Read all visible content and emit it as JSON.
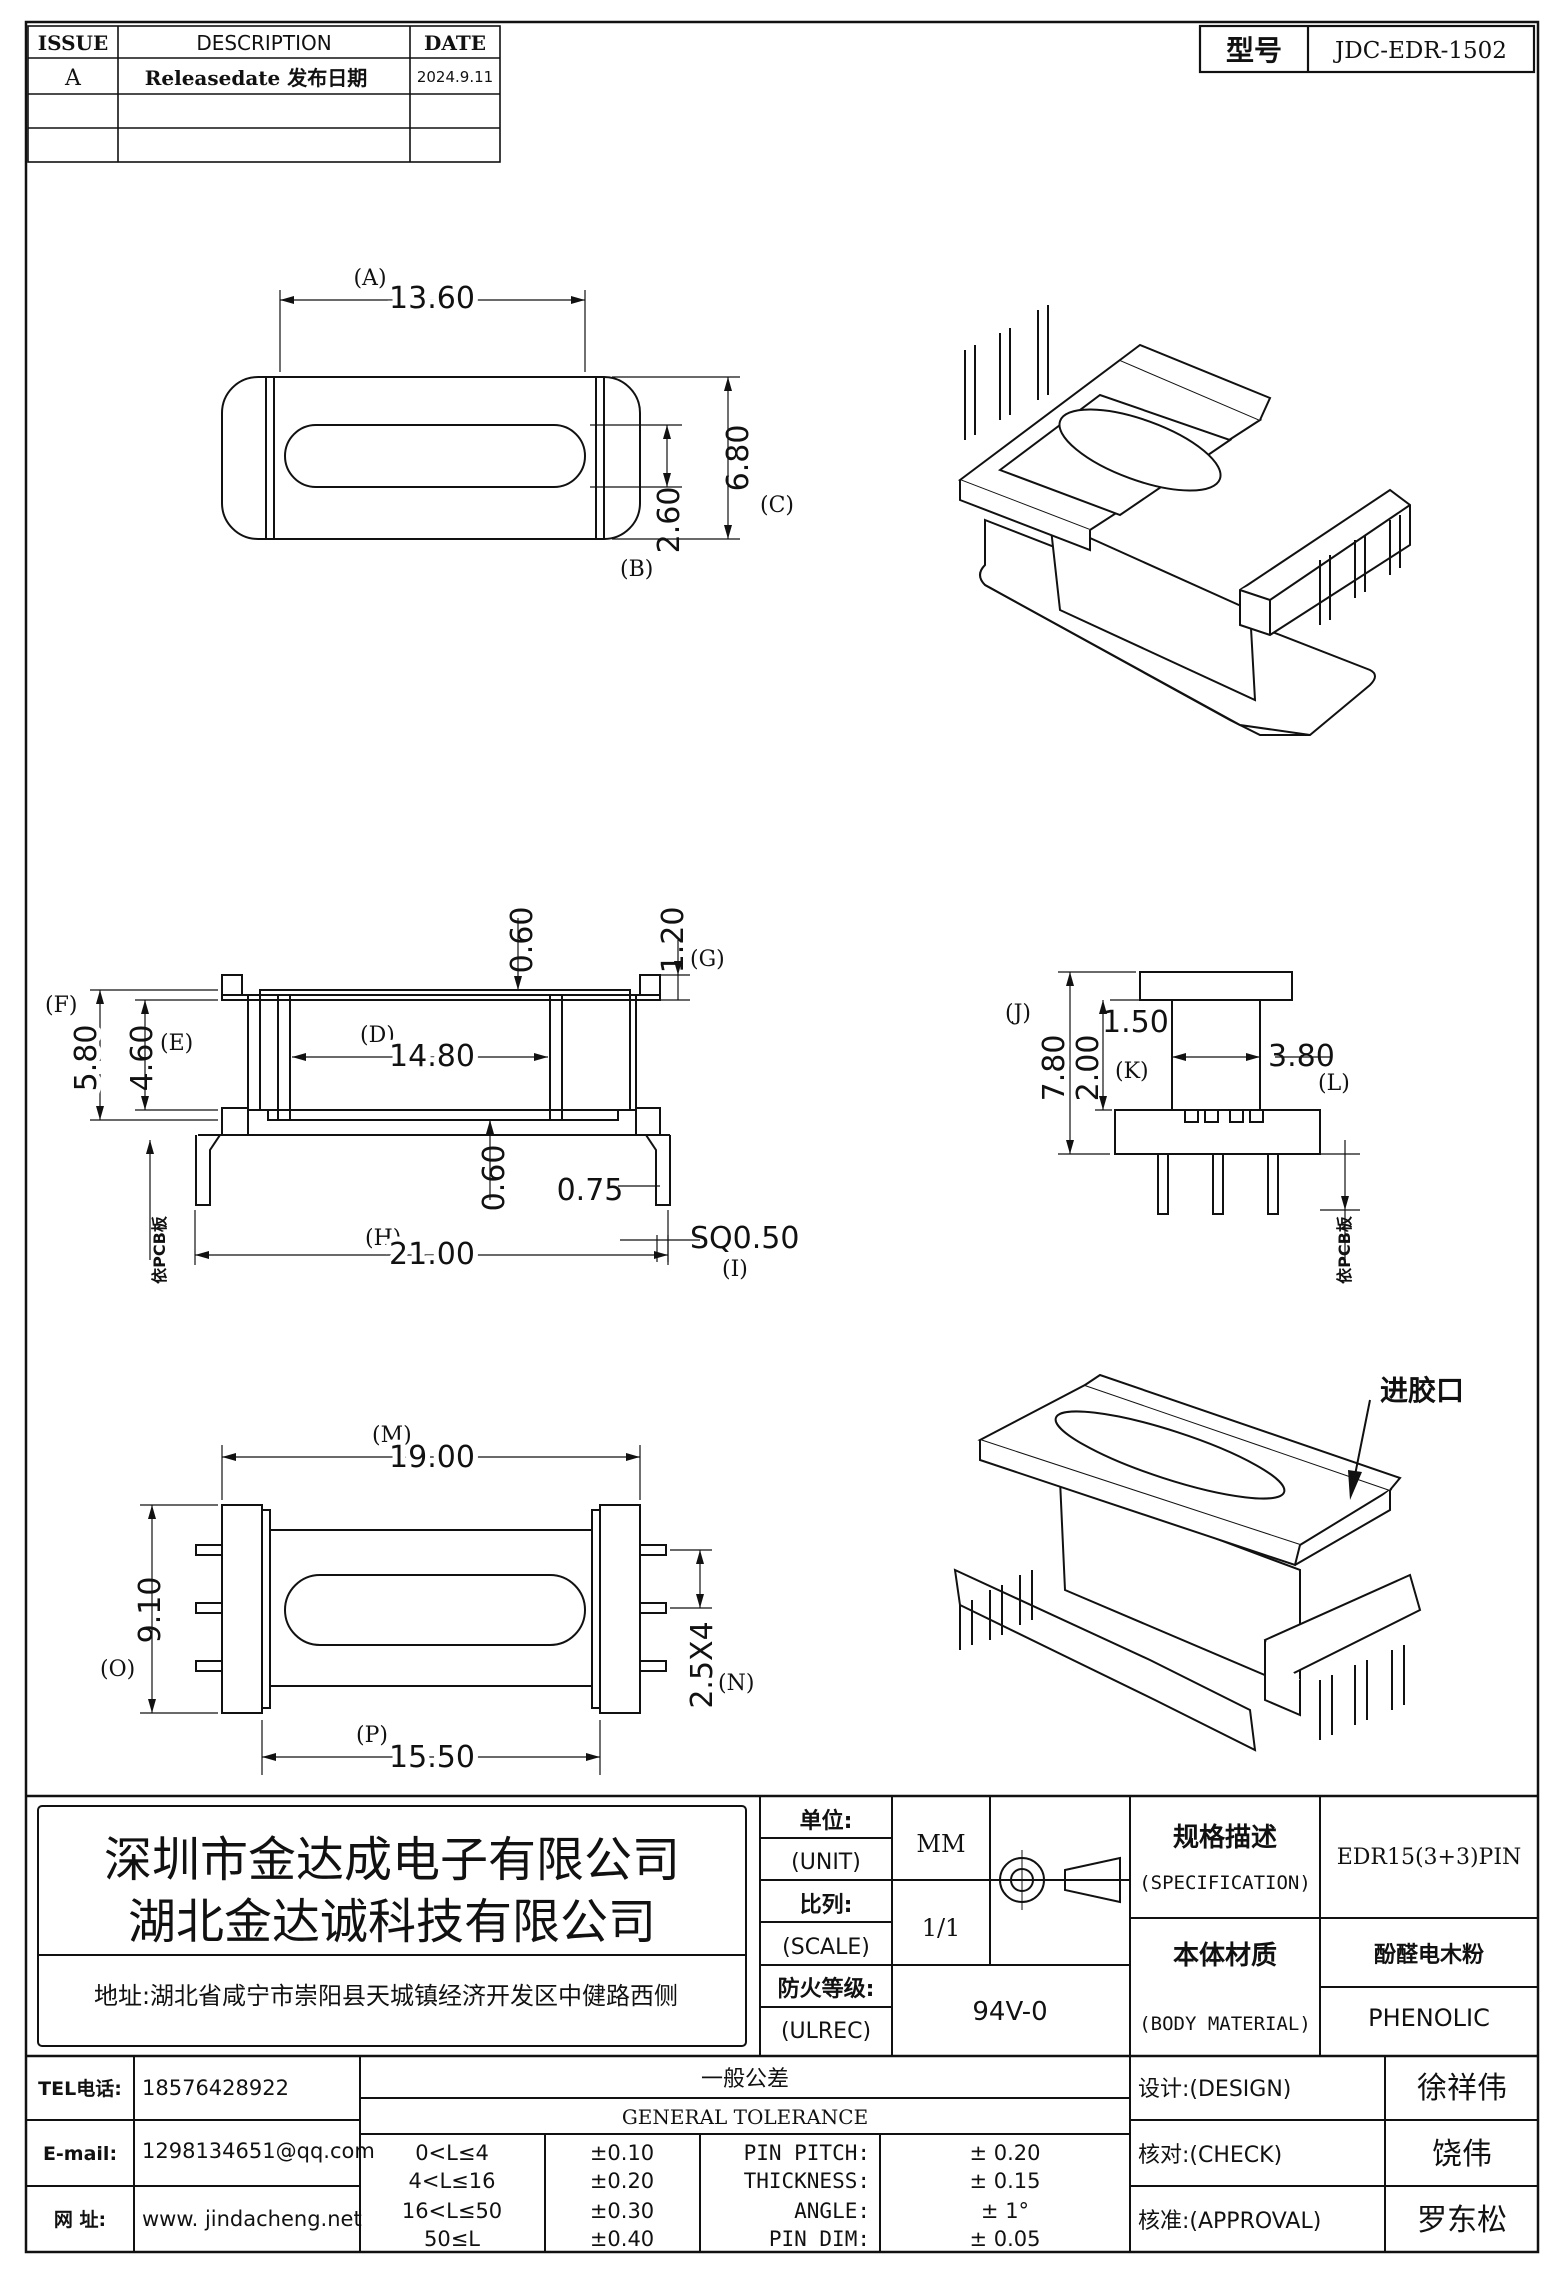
{
  "revision_table": {
    "headers": [
      "ISSUE",
      "DESCRIPTION",
      "DATE"
    ],
    "rows": [
      {
        "issue": "A",
        "description": "Releasedate 发布日期",
        "date": "2024.9.11"
      },
      {
        "issue": "",
        "description": "",
        "date": ""
      },
      {
        "issue": "",
        "description": "",
        "date": ""
      }
    ]
  },
  "model": {
    "label": "型号",
    "value": "JDC-EDR-1502"
  },
  "top_view": {
    "dim_a": "13.60",
    "label_a": "(A)",
    "dim_b": "2.60",
    "label_b": "(B)",
    "dim_c": "6.80",
    "label_c": "(C)"
  },
  "front_view": {
    "dim_f": "5.80",
    "label_f": "(F)",
    "dim_e": "4.60",
    "label_e": "(E)",
    "dim_d": "14.80",
    "label_d": "(D)",
    "dim_top_flange": "0.60",
    "dim_g": "1.20",
    "label_g": "(G)",
    "dim_bottom_flange": "0.60",
    "dim_pin_offset": "0.75",
    "dim_h": "21.00",
    "label_h": "(H)",
    "dim_i": "SQ0.50",
    "label_i": "(I)",
    "ref_note": "依PCB板"
  },
  "side_view": {
    "dim_j": "1.50",
    "label_j": "(J)",
    "dim_total": "7.80",
    "dim_k": "2.00",
    "label_k": "(K)",
    "dim_l": "3.80",
    "label_l": "(L)",
    "ref_note": "依PCB板"
  },
  "bottom_view": {
    "dim_m": "19.00",
    "label_m": "(M)",
    "dim_o": "9.10",
    "label_o": "(O)",
    "dim_n": "2.5X4",
    "label_n": "(N)",
    "dim_p": "15.50",
    "label_p": "(P)"
  },
  "gate_note": "进胶口",
  "title_block": {
    "company_1": "深圳市金达成电子有限公司",
    "company_2": "湖北金达诚科技有限公司",
    "address": "地址:湖北省咸宁市崇阳县天城镇经济开发区中健路西侧",
    "unit_label": "单位:",
    "unit_label_en": "(UNIT)",
    "unit_value": "MM",
    "scale_label": "比列:",
    "scale_label_en": "(SCALE)",
    "scale_value": "1/1",
    "ulrec_label": "防火等级:",
    "ulrec_label_en": "(ULREC)",
    "ulrec_value": "94V-0",
    "spec_label": "规格描述",
    "spec_label_en": "(SPECIFICATION)",
    "spec_value": "EDR15(3+3)PIN",
    "material_label": "本体材质",
    "material_label_en": "(BODY MATERIAL)",
    "material_value": "酚醛电木粉",
    "material_value_en": "PHENOLIC",
    "tel_label": "TEL电话:",
    "tel_value": "18576428922",
    "email_label": "E-mail:",
    "email_value": "1298134651@qq.com",
    "web_label": "网    址:",
    "web_value": "www. jindacheng.net",
    "tolerance_title": "一般公差",
    "tolerance_title_en": "GENERAL TOLERANCE",
    "tolerance_ranges": [
      {
        "range": "0<L≤4",
        "tol": "±0.10"
      },
      {
        "range": "4<L≤16",
        "tol": "±0.20"
      },
      {
        "range": "16<L≤50",
        "tol": "±0.30"
      },
      {
        "range": "50≤L",
        "tol": "±0.40"
      }
    ],
    "tolerance_items": [
      {
        "name": "PIN PITCH:",
        "tol": "±  0.20"
      },
      {
        "name": "THICKNESS:",
        "tol": "±  0.15"
      },
      {
        "name": "ANGLE:",
        "tol": "±  1°"
      },
      {
        "name": "PIN DIM:",
        "tol": "±  0.05"
      }
    ],
    "design_label": "设计:(DESIGN)",
    "design_value": "徐祥伟",
    "check_label": "核对:(CHECK)",
    "check_value": "饶伟",
    "approval_label": "核准:(APPROVAL)",
    "approval_value": "罗东松"
  }
}
